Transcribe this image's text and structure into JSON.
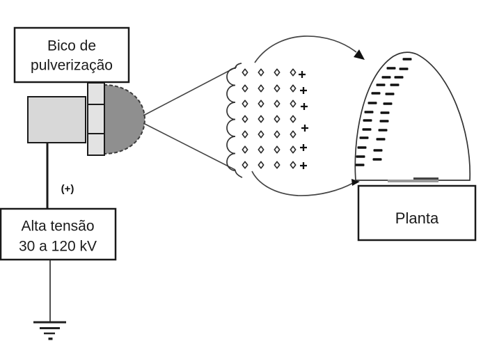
{
  "nozzle_box": {
    "line1": "Bico de",
    "line2": "pulverização"
  },
  "polarity_label": "(+)",
  "high_voltage_box": {
    "line1": "Alta tensão",
    "line2": "30 a 120 kV"
  },
  "plant_box": {
    "label": "Planta"
  },
  "spray_cloud": {
    "droplet_symbol": "diamond-outline",
    "droplet_rows": 7,
    "droplet_cols": 4,
    "positive_symbol": "+",
    "positive_count": 6
  },
  "plant_charges": {
    "negative_symbol": "−",
    "count": 24
  },
  "ground_symbol": "earth-ground",
  "colors": {
    "nozzle_body": "#d8d8d8",
    "nozzle_collar": "#e3e3e3",
    "nozzle_dome": "#8f8f8f",
    "line": "#1a1a1a",
    "background": "#ffffff"
  }
}
